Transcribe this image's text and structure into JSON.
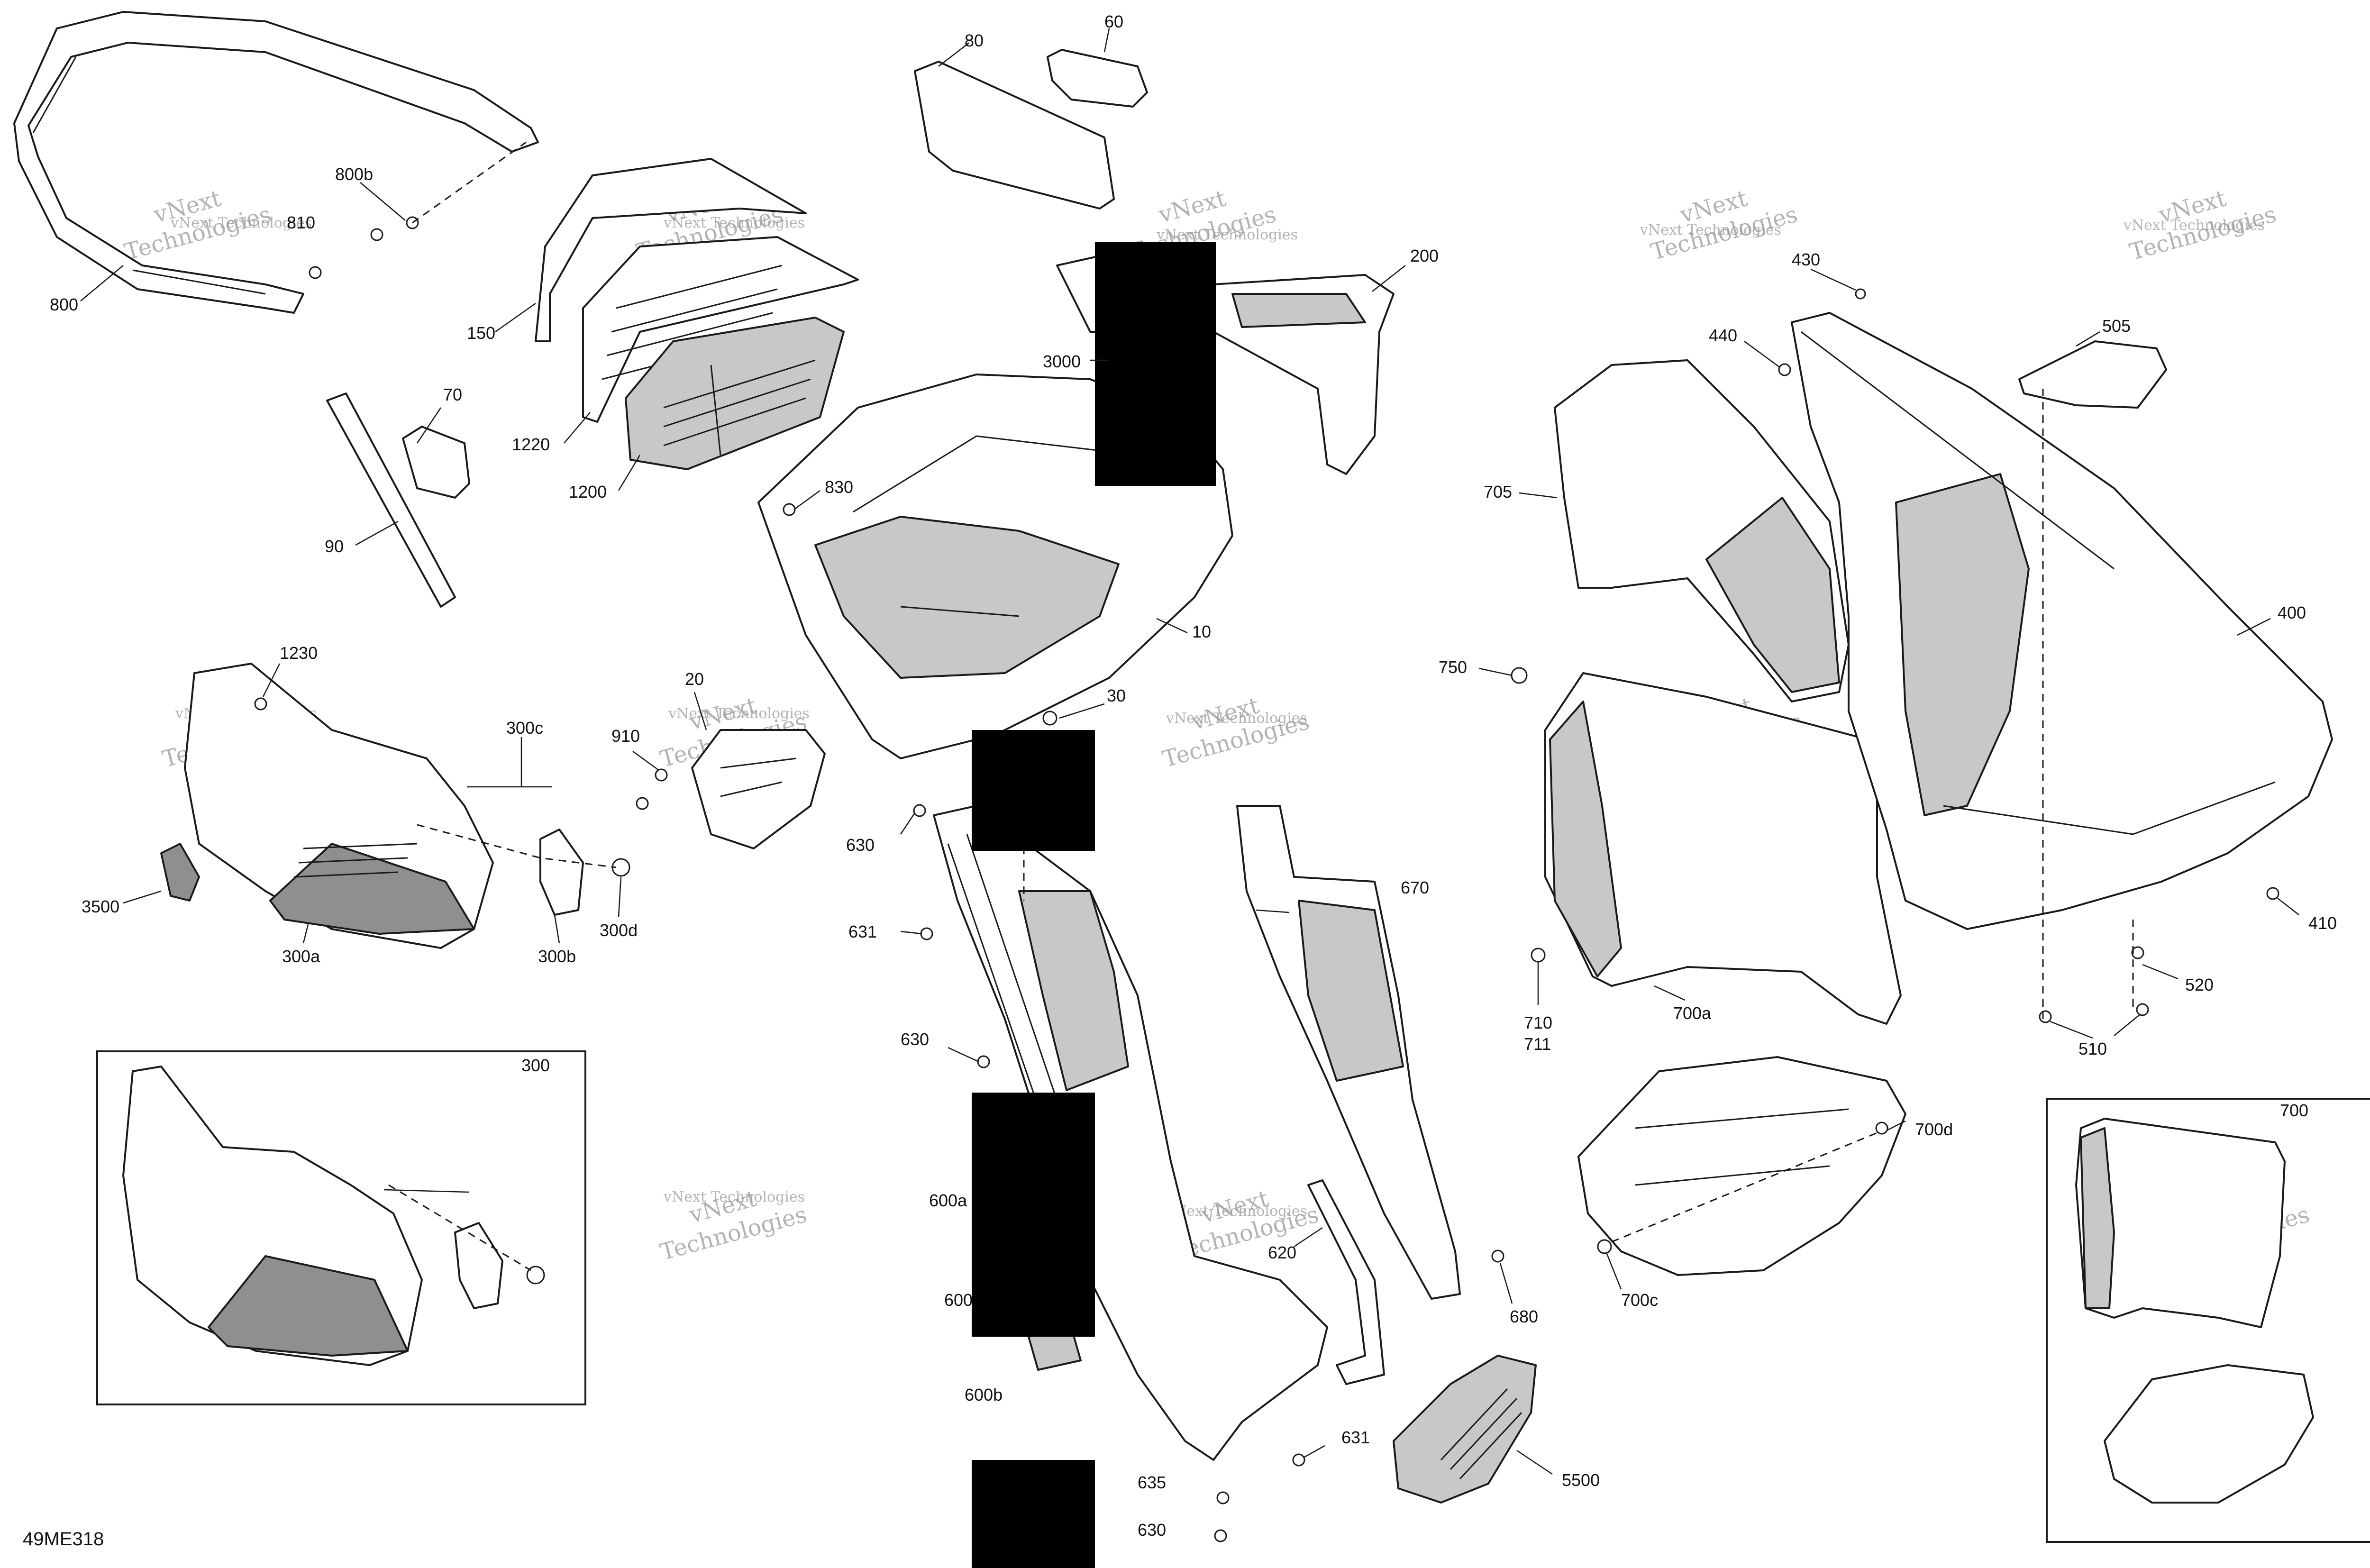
{
  "drawing_code": "49ME318",
  "watermark": {
    "line1": "vNext",
    "line2": "Technologies",
    "caption": "vNext Technologies"
  },
  "callouts": [
    {
      "id": "800",
      "label": "800"
    },
    {
      "id": "800b",
      "label": "800b"
    },
    {
      "id": "810",
      "label": "810"
    },
    {
      "id": "150",
      "label": "150"
    },
    {
      "id": "1220",
      "label": "1220"
    },
    {
      "id": "1200",
      "label": "1200"
    },
    {
      "id": "70",
      "label": "70"
    },
    {
      "id": "90",
      "label": "90"
    },
    {
      "id": "80",
      "label": "80"
    },
    {
      "id": "60",
      "label": "60"
    },
    {
      "id": "200",
      "label": "200"
    },
    {
      "id": "3000",
      "label": "3000"
    },
    {
      "id": "830",
      "label": "830"
    },
    {
      "id": "10",
      "label": "10"
    },
    {
      "id": "30",
      "label": "30"
    },
    {
      "id": "20",
      "label": "20"
    },
    {
      "id": "910",
      "label": "910"
    },
    {
      "id": "1230",
      "label": "1230"
    },
    {
      "id": "300c",
      "label": "300c"
    },
    {
      "id": "3500",
      "label": "3500"
    },
    {
      "id": "300a",
      "label": "300a"
    },
    {
      "id": "300b",
      "label": "300b"
    },
    {
      "id": "300d",
      "label": "300d"
    },
    {
      "id": "300",
      "label": "300"
    },
    {
      "id": "630-top",
      "label": "630"
    },
    {
      "id": "631-top",
      "label": "631"
    },
    {
      "id": "630-mid",
      "label": "630"
    },
    {
      "id": "600a",
      "label": "600a"
    },
    {
      "id": "600",
      "label": "600"
    },
    {
      "id": "600b",
      "label": "600b"
    },
    {
      "id": "635",
      "label": "635"
    },
    {
      "id": "630-bottom",
      "label": "630"
    },
    {
      "id": "631-bottom",
      "label": "631"
    },
    {
      "id": "670",
      "label": "670"
    },
    {
      "id": "620",
      "label": "620"
    },
    {
      "id": "680",
      "label": "680"
    },
    {
      "id": "5500",
      "label": "5500"
    },
    {
      "id": "705",
      "label": "705"
    },
    {
      "id": "750",
      "label": "750"
    },
    {
      "id": "710",
      "label": "710"
    },
    {
      "id": "711",
      "label": "711"
    },
    {
      "id": "700a",
      "label": "700a"
    },
    {
      "id": "700d",
      "label": "700d"
    },
    {
      "id": "700c",
      "label": "700c"
    },
    {
      "id": "700",
      "label": "700"
    },
    {
      "id": "430",
      "label": "430"
    },
    {
      "id": "440",
      "label": "440"
    },
    {
      "id": "505",
      "label": "505"
    },
    {
      "id": "400",
      "label": "400"
    },
    {
      "id": "410",
      "label": "410"
    },
    {
      "id": "520",
      "label": "520"
    },
    {
      "id": "510",
      "label": "510"
    }
  ]
}
